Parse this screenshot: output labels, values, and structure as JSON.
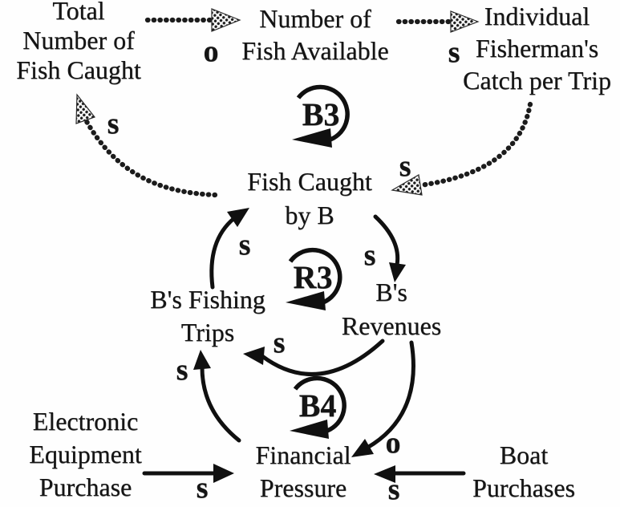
{
  "title": "Tragedy of the commons fishing causal loop diagram",
  "colors": {
    "ink": "#151515",
    "background": "#fefefe"
  },
  "nodes": {
    "total_fish_caught": {
      "lines": [
        "Total",
        "Number of",
        "Fish Caught"
      ]
    },
    "fish_available": {
      "lines": [
        "Number of",
        "Fish Available"
      ]
    },
    "individual_catch": {
      "lines": [
        "Individual",
        "Fisherman's",
        "Catch per Trip"
      ]
    },
    "fish_caught_by_b": {
      "lines": [
        "Fish Caught",
        "by B"
      ]
    },
    "b_fishing_trips": {
      "lines": [
        "B's Fishing",
        "Trips"
      ]
    },
    "b_revenues": {
      "lines": [
        "B's",
        "Revenues"
      ]
    },
    "financial_pressure": {
      "lines": [
        "Financial",
        "Pressure"
      ]
    },
    "electronic_equipment": {
      "lines": [
        "Electronic",
        "Equipment",
        "Purchase"
      ]
    },
    "boat_purchases": {
      "lines": [
        "Boat",
        "Purchases"
      ]
    }
  },
  "loops": [
    {
      "label": "B3"
    },
    {
      "label": "R3"
    },
    {
      "label": "B4"
    }
  ],
  "links": [
    {
      "from": "total_number_of_fish_caught",
      "to": "number_of_fish_available",
      "polarity": "o",
      "style": "dotted"
    },
    {
      "from": "number_of_fish_available",
      "to": "individual_fishermans_catch_per_trip",
      "polarity": "s",
      "style": "dotted"
    },
    {
      "from": "individual_fishermans_catch_per_trip",
      "to": "fish_caught_by_b",
      "polarity": "s",
      "style": "dotted"
    },
    {
      "from": "fish_caught_by_b",
      "to": "total_number_of_fish_caught",
      "polarity": "s",
      "style": "dotted"
    },
    {
      "from": "bs_fishing_trips",
      "to": "fish_caught_by_b",
      "polarity": "s",
      "style": "solid"
    },
    {
      "from": "fish_caught_by_b",
      "to": "bs_revenues",
      "polarity": "s",
      "style": "solid"
    },
    {
      "from": "bs_revenues",
      "to": "bs_fishing_trips",
      "polarity": "s",
      "style": "solid"
    },
    {
      "from": "financial_pressure",
      "to": "bs_fishing_trips",
      "polarity": "s",
      "style": "solid"
    },
    {
      "from": "bs_revenues",
      "to": "financial_pressure",
      "polarity": "o",
      "style": "solid"
    },
    {
      "from": "electronic_equipment_purchase",
      "to": "financial_pressure",
      "polarity": "s",
      "style": "solid"
    },
    {
      "from": "boat_purchases",
      "to": "financial_pressure",
      "polarity": "s",
      "style": "solid"
    }
  ]
}
